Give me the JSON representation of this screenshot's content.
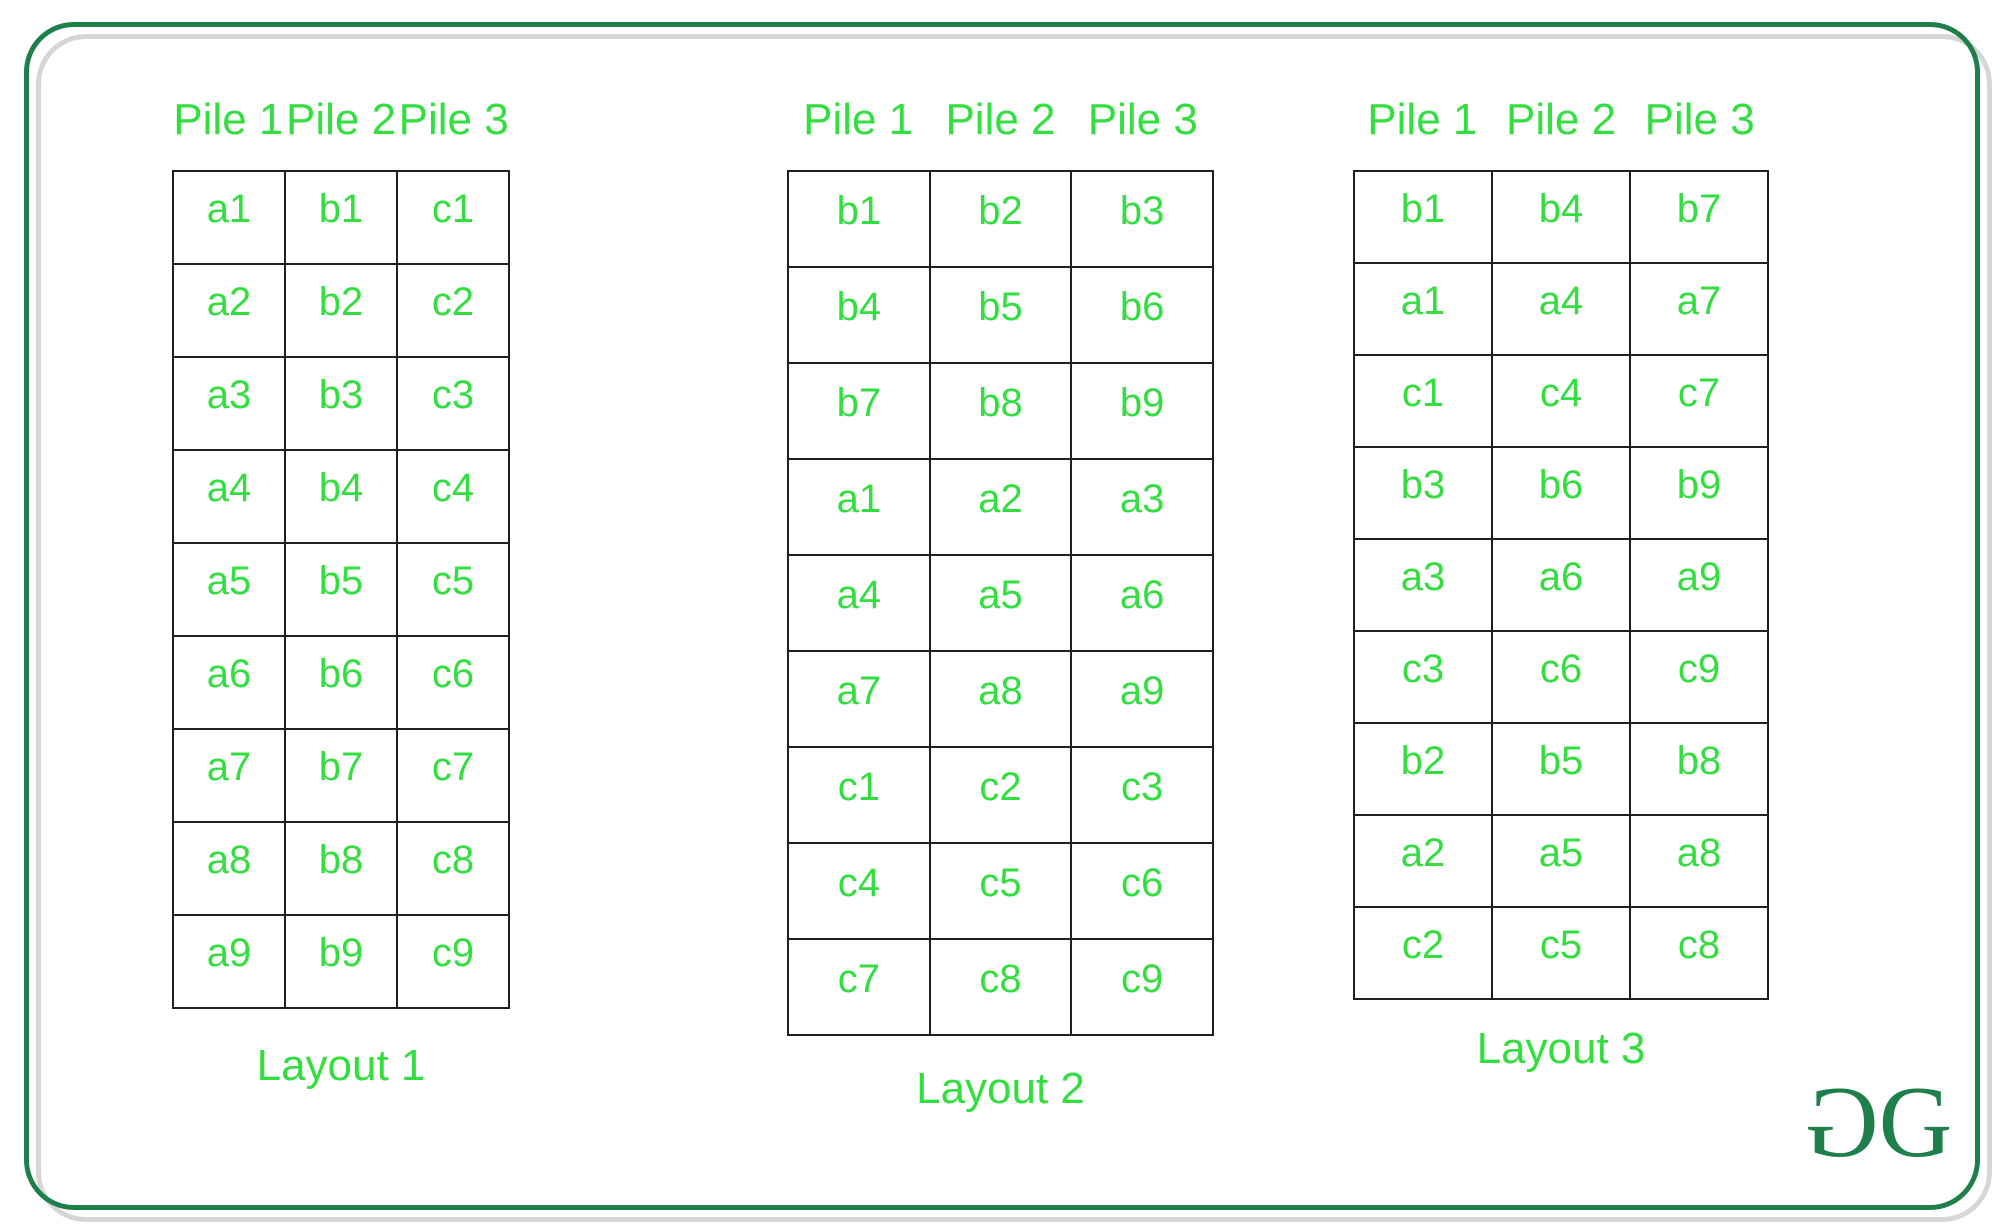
{
  "colors": {
    "background": "#ffffff",
    "bright-green": "#34dd40",
    "dark-green": "#1e7f4b",
    "shadow-gray": "#d6d6d6",
    "table-border": "#1f1f1f"
  },
  "logo": {
    "g_left": "G",
    "g_right": "G"
  },
  "layouts": [
    {
      "caption": "Layout 1",
      "headers": [
        "Pile 1",
        "Pile 2",
        "Pile 3"
      ],
      "rows": [
        [
          "a1",
          "b1",
          "c1"
        ],
        [
          "a2",
          "b2",
          "c2"
        ],
        [
          "a3",
          "b3",
          "c3"
        ],
        [
          "a4",
          "b4",
          "c4"
        ],
        [
          "a5",
          "b5",
          "c5"
        ],
        [
          "a6",
          "b6",
          "c6"
        ],
        [
          "a7",
          "b7",
          "c7"
        ],
        [
          "a8",
          "b8",
          "c8"
        ],
        [
          "a9",
          "b9",
          "c9"
        ]
      ]
    },
    {
      "caption": "Layout 2",
      "headers": [
        "Pile 1",
        "Pile 2",
        "Pile 3"
      ],
      "rows": [
        [
          "b1",
          "b2",
          "b3"
        ],
        [
          "b4",
          "b5",
          "b6"
        ],
        [
          "b7",
          "b8",
          "b9"
        ],
        [
          "a1",
          "a2",
          "a3"
        ],
        [
          "a4",
          "a5",
          "a6"
        ],
        [
          "a7",
          "a8",
          "a9"
        ],
        [
          "c1",
          "c2",
          "c3"
        ],
        [
          "c4",
          "c5",
          "c6"
        ],
        [
          "c7",
          "c8",
          "c9"
        ]
      ]
    },
    {
      "caption": "Layout 3",
      "headers": [
        "Pile 1",
        "Pile 2",
        "Pile 3"
      ],
      "rows": [
        [
          "b1",
          "b4",
          "b7"
        ],
        [
          "a1",
          "a4",
          "a7"
        ],
        [
          "c1",
          "c4",
          "c7"
        ],
        [
          "b3",
          "b6",
          "b9"
        ],
        [
          "a3",
          "a6",
          "a9"
        ],
        [
          "c3",
          "c6",
          "c9"
        ],
        [
          "b2",
          "b5",
          "b8"
        ],
        [
          "a2",
          "a5",
          "a8"
        ],
        [
          "c2",
          "c5",
          "c8"
        ]
      ]
    }
  ]
}
